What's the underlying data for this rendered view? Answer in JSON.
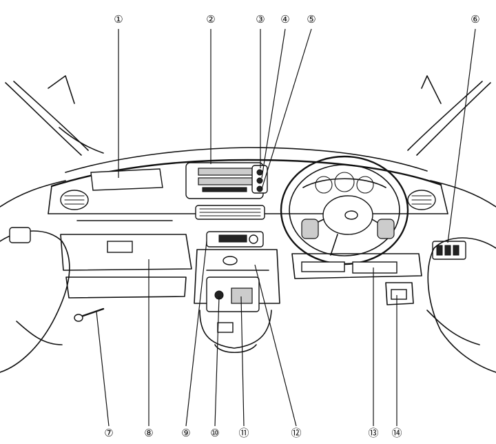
{
  "callouts": [
    {
      "id": 1,
      "label": "①"
    },
    {
      "id": 2,
      "label": "②"
    },
    {
      "id": 3,
      "label": "③"
    },
    {
      "id": 4,
      "label": "④"
    },
    {
      "id": 5,
      "label": "⑤"
    },
    {
      "id": 6,
      "label": "⑥"
    },
    {
      "id": 7,
      "label": "⑦"
    },
    {
      "id": 8,
      "label": "⑧"
    },
    {
      "id": 9,
      "label": "⑨"
    },
    {
      "id": 10,
      "label": "⑩"
    },
    {
      "id": 11,
      "label": "⑪"
    },
    {
      "id": 12,
      "label": "⑫"
    },
    {
      "id": 13,
      "label": "⑬"
    },
    {
      "id": 14,
      "label": "⑭"
    }
  ],
  "colors": {
    "line": "#111111",
    "background": "#ffffff"
  }
}
